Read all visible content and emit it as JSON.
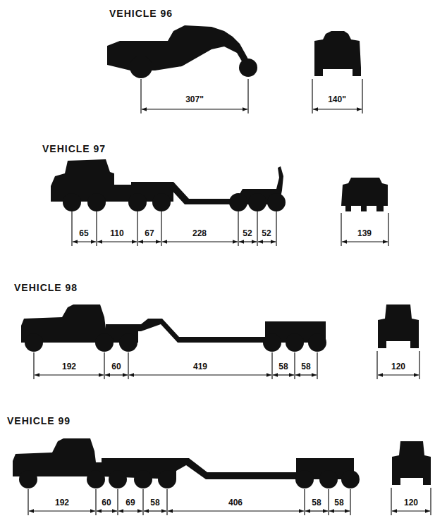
{
  "diagram": {
    "labels": [
      "VEHICLE 96",
      "307\"",
      "140\"",
      "VEHICLE 97",
      "65",
      "110",
      "67",
      "228",
      "52",
      "52",
      "139",
      "VEHICLE 98",
      "192",
      "60",
      "419",
      "58",
      "58",
      "120",
      "VEHICLE 99",
      "192",
      "60",
      "69",
      "58",
      "406",
      "58",
      "58",
      "120"
    ]
  }
}
